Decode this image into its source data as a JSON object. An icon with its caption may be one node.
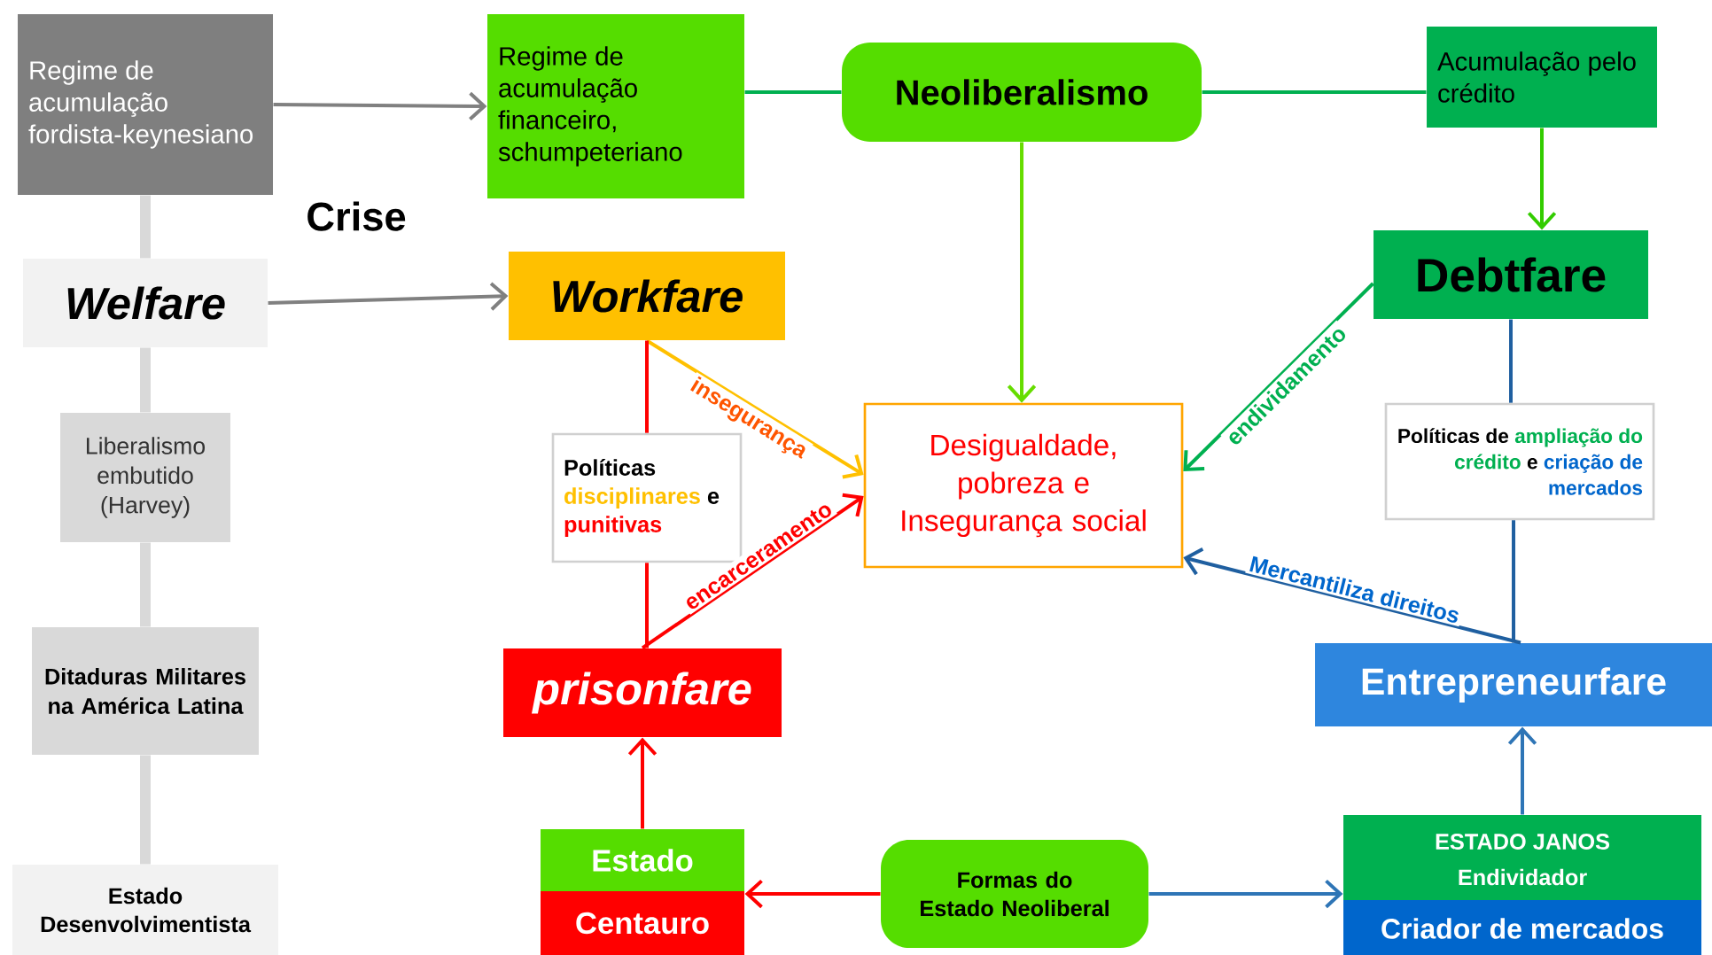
{
  "diagram": {
    "nodes": [
      {
        "text": [
          "Regime de acumulação fordista-keynesiano"
        ]
      },
      {
        "text": [
          "Regime de acumulação financeiro, schumpeteriano"
        ]
      },
      {
        "text": [
          "Neoliberalismo"
        ]
      },
      {
        "text": [
          "Acumulação pelo crédito"
        ]
      },
      {
        "text": [
          "Debtfare"
        ]
      },
      {
        "text": [
          "Welfare"
        ]
      },
      {
        "text": [
          "Workfare"
        ]
      },
      {
        "text": [
          "Liberalismo embutido (Harvey)"
        ]
      },
      {
        "text": [
          "Desigualdade, pobreza e Insegurança social"
        ]
      },
      {
        "text": [
          "Políticas de",
          "ampliação do crédito",
          "e",
          "criação de mercados"
        ]
      },
      {
        "text": [
          "Políticas",
          "disciplinares",
          "e",
          "punitivas"
        ]
      },
      {
        "text": [
          "Ditaduras Militares na América Latina"
        ]
      },
      {
        "text": [
          "Entrepreneurfare"
        ]
      },
      {
        "text": [
          "prisonfare"
        ]
      },
      {
        "text": [
          "Estado",
          "Centauro"
        ]
      },
      {
        "text": [
          "Formas do Estado Neoliberal"
        ]
      },
      {
        "text": [
          "ESTADO JANOS",
          "Endividador",
          "Criador de mercados"
        ]
      },
      {
        "text": [
          "Estado Desenvolvimentista"
        ]
      }
    ],
    "edges": [
      {
        "from": 0,
        "to": 1,
        "arrow": "to",
        "color": "#808080"
      },
      {
        "from": 5,
        "to": 6,
        "arrow": "to",
        "color": "#808080"
      },
      {
        "from": 0,
        "to": 5,
        "arrow": "none",
        "style": "thick",
        "color": "#d9d9d9"
      },
      {
        "from": 5,
        "to": 7,
        "arrow": "none",
        "style": "thick",
        "color": "#d9d9d9"
      },
      {
        "from": 7,
        "to": 11,
        "arrow": "none",
        "style": "thick",
        "color": "#d9d9d9"
      },
      {
        "from": 11,
        "to": 17,
        "arrow": "none",
        "style": "thick",
        "color": "#d9d9d9"
      },
      {
        "from": 1,
        "to": 2,
        "arrow": "none",
        "color": "#00b050"
      },
      {
        "from": 2,
        "to": 3,
        "arrow": "none",
        "color": "#00b050"
      },
      {
        "from": 2,
        "to": 8,
        "arrow": "to",
        "color": "#66dd00"
      },
      {
        "from": 3,
        "to": 4,
        "arrow": "to",
        "color": "#33cc00"
      },
      {
        "from": 4,
        "to": 8,
        "arrow": "to",
        "label": "endividamento",
        "color": "#00b050"
      },
      {
        "from": 6,
        "to": 8,
        "arrow": "to",
        "label": "insegurança",
        "color": "#ffc000"
      },
      {
        "from": 6,
        "to": 10,
        "arrow": "none",
        "color": "#ff0000"
      },
      {
        "from": 10,
        "to": 13,
        "arrow": "none",
        "color": "#ff0000"
      },
      {
        "from": 13,
        "to": 8,
        "arrow": "to",
        "label": "encarceramento",
        "color": "#ff0000"
      },
      {
        "from": 14,
        "to": 13,
        "arrow": "to",
        "color": "#ff0000"
      },
      {
        "from": 15,
        "to": 14,
        "arrow": "to",
        "color": "#ff0000"
      },
      {
        "from": 15,
        "to": 16,
        "arrow": "to",
        "color": "#2e75b6"
      },
      {
        "from": 16,
        "to": 12,
        "arrow": "to",
        "color": "#2e75b6"
      },
      {
        "from": 12,
        "to": 9,
        "arrow": "none",
        "color": "#1f5fa0"
      },
      {
        "from": 9,
        "to": 4,
        "arrow": "none",
        "color": "#1f5fa0"
      },
      {
        "from": 12,
        "to": 8,
        "arrow": "to",
        "label": "Mercantiliza direitos",
        "color": "#1f5fa0"
      }
    ],
    "labels": [
      "Crise"
    ]
  }
}
